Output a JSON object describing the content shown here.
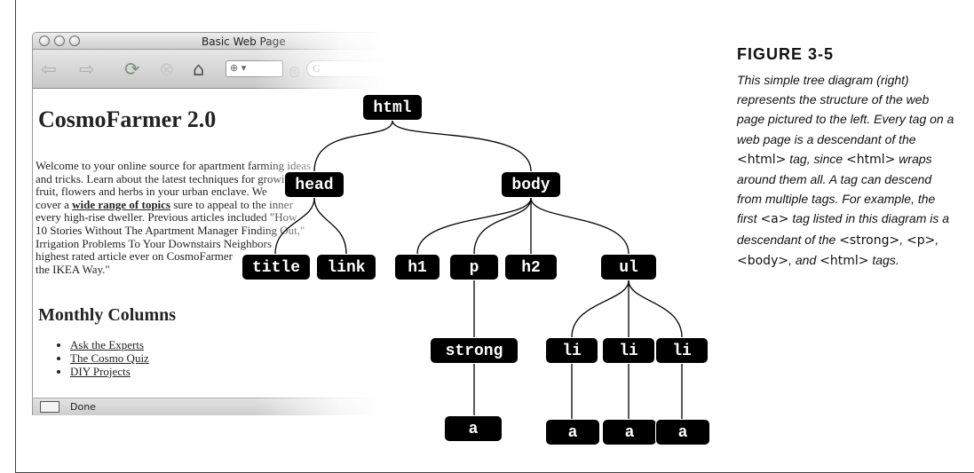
{
  "browser": {
    "title": "Basic Web Page",
    "search_placeholder": "G",
    "status": "Done"
  },
  "page": {
    "heading": "CosmoFarmer 2.0",
    "intro_lines": [
      "Welcome to your online source for apartment farming ideas",
      "and tricks. Learn about the latest techniques for growing",
      "fruit, flowers and herbs in your urban enclave. We",
      "sure to appeal to the inner",
      "every high-rise dweller. Previous articles included \"How",
      "10 Stories Without The Apartment Manager Finding Out,\"",
      "Irrigation Problems To Your Downstairs Neighbors",
      "highest rated article ever on CosmoFarmer",
      "the IKEA Way.\""
    ],
    "intro_cover_prefix": "cover a ",
    "intro_link": "wide range of topics",
    "subheading": "Monthly Columns",
    "links": [
      "Ask the Experts",
      "The Cosmo Quiz",
      "DIY Projects"
    ]
  },
  "tree": {
    "nodes": {
      "html": "html",
      "head": "head",
      "body": "body",
      "title": "title",
      "link": "link",
      "h1": "h1",
      "p": "p",
      "h2": "h2",
      "ul": "ul",
      "strong": "strong",
      "li1": "li",
      "li2": "li",
      "li3": "li",
      "a1": "a",
      "a2": "a",
      "a3": "a",
      "a4": "a"
    }
  },
  "caption": {
    "label": "FIGURE 3-5",
    "text_parts": [
      "This simple tree diagram (right) represents the structure of the web page pictured to the left. Every tag on a web page is a descendant of the ",
      "<html>",
      " tag, since ",
      "<html>",
      " wraps around them all. A tag can descend from multiple tags. For example, the first ",
      "<a>",
      " tag listed in this diagram is a descendant of the ",
      "<strong>",
      ", ",
      "<p>",
      ", ",
      "<body>",
      ", and ",
      "<html>",
      " tags."
    ]
  }
}
